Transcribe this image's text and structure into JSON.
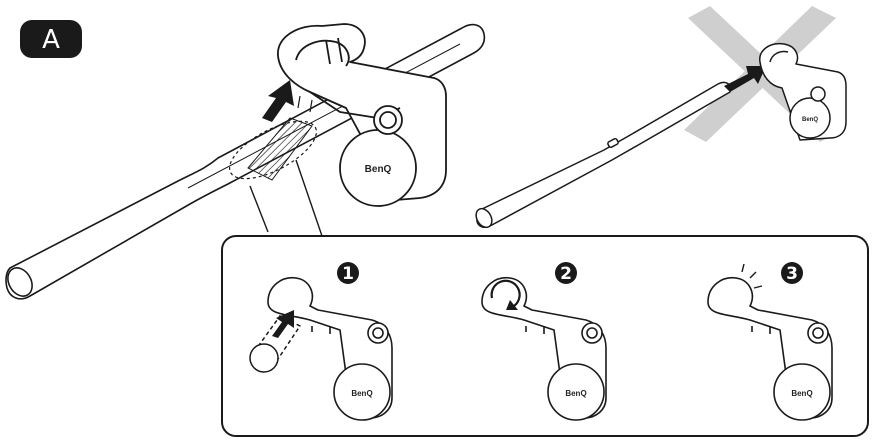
{
  "section_label": "A",
  "brand_text": "BenQ",
  "steps": [
    {
      "number": "1"
    },
    {
      "number": "2"
    },
    {
      "number": "3"
    }
  ],
  "colors": {
    "ink": "#1a1a1a",
    "badge": "#1a1a1a",
    "cross": "#cfcfcf",
    "panel_border": "#1a1a1a"
  },
  "icons": [
    "up-arrow-icon",
    "rotate-arrow-icon",
    "click-spark-icon",
    "cross-icon"
  ]
}
